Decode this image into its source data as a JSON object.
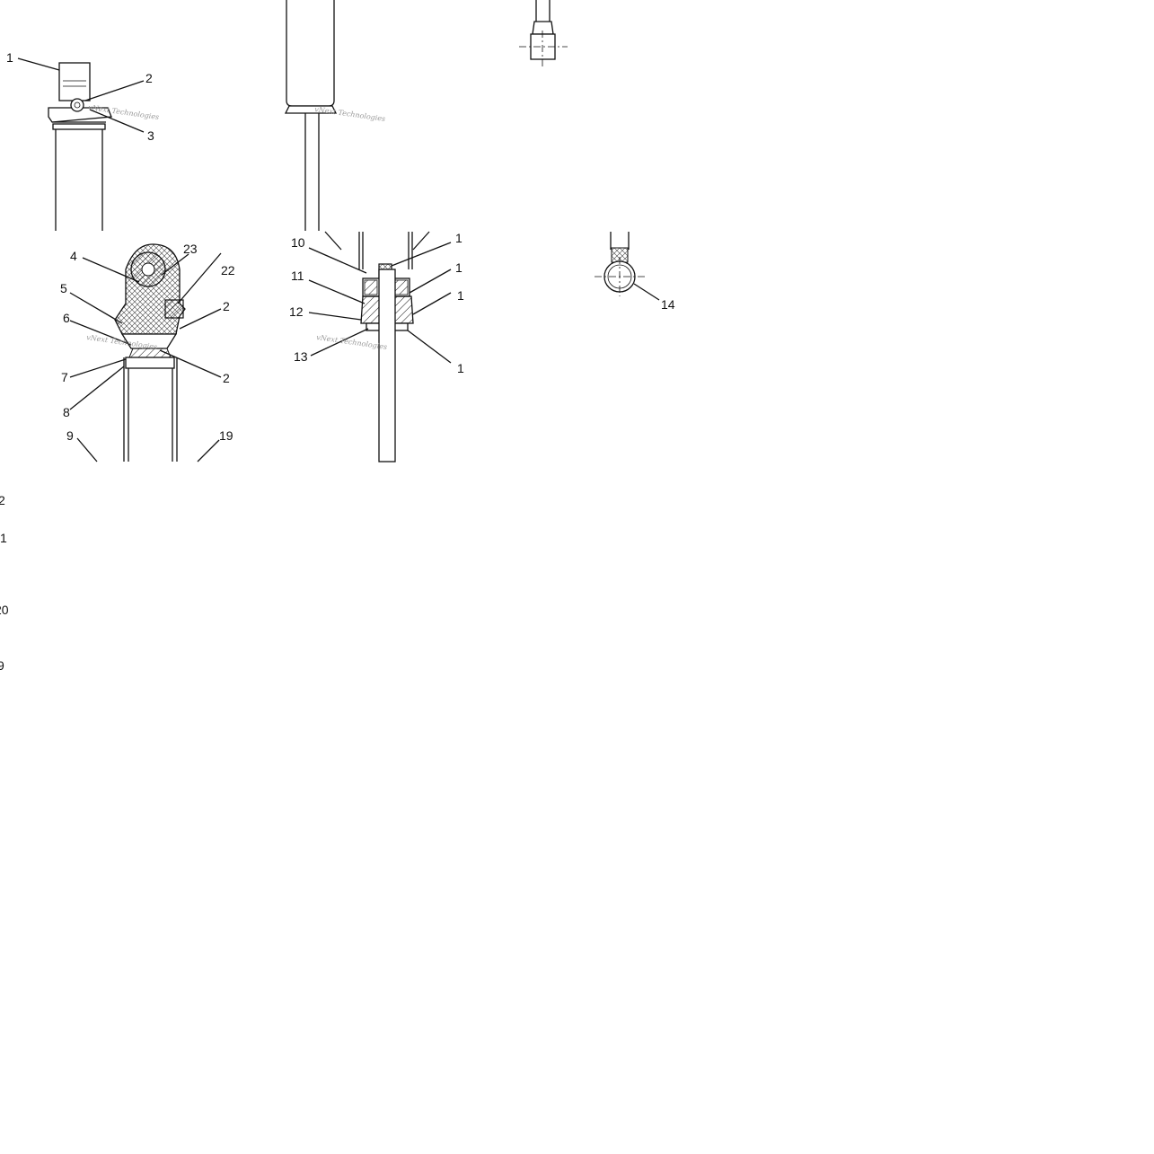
{
  "diagram": {
    "callouts": {
      "c1": "1",
      "c2": "2",
      "c3": "3",
      "c4": "4",
      "c5": "5",
      "c6": "6",
      "c7": "7",
      "c8": "8",
      "c9": "9",
      "c10": "10",
      "c11": "11",
      "c12": "12",
      "c13": "13",
      "c14": "14",
      "c19": "19",
      "c23": "23",
      "c22": "22",
      "c2b": "2",
      "c2c": "2",
      "r1": "1",
      "r2": "1",
      "r3": "1",
      "r4": "1",
      "l22": "2",
      "l21": "1",
      "l20": "20",
      "l19": "9"
    },
    "watermark": "vNext Technologies"
  }
}
